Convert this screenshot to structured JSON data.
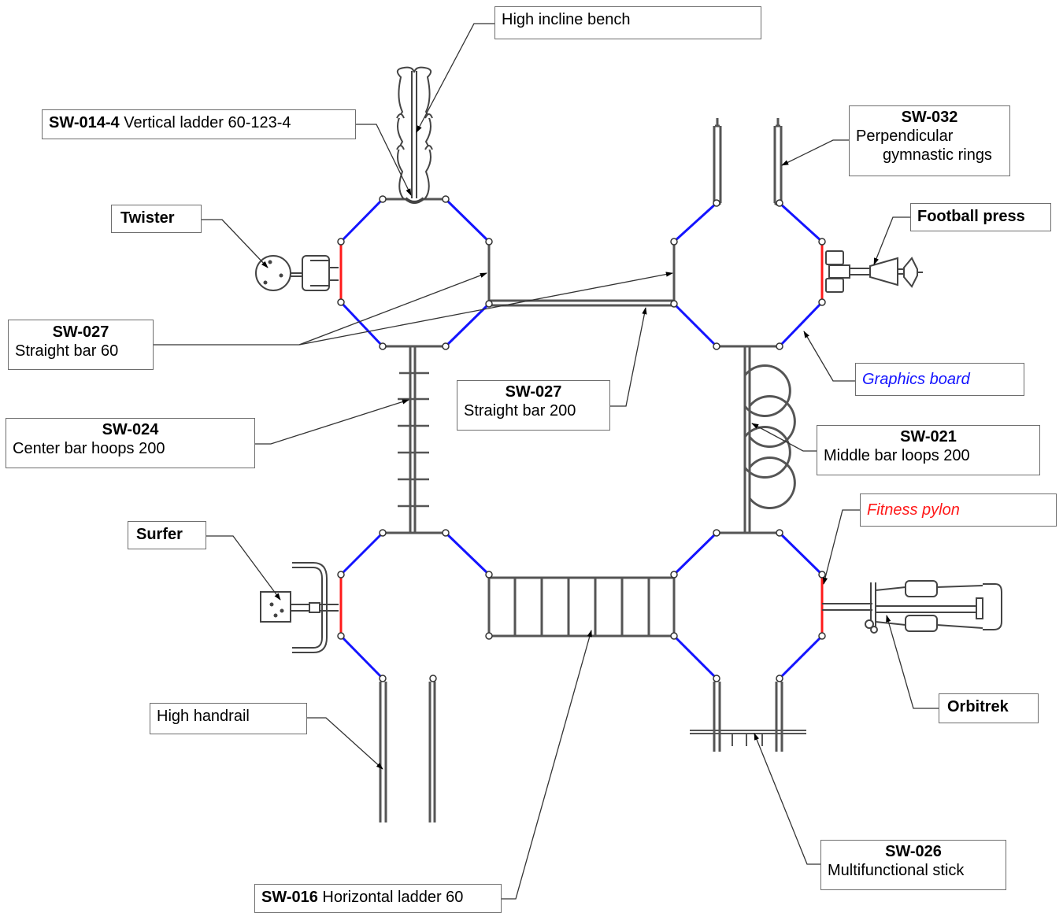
{
  "labels": {
    "high_incline_bench": "High incline bench",
    "vertical_ladder_code": "SW-014-4",
    "vertical_ladder_name": "Vertical ladder 60-123-4",
    "rings_code": "SW-032",
    "rings_name_1": "Perpendicular",
    "rings_name_2": "gymnastic rings",
    "twister": "Twister",
    "football_press": "Football press",
    "straight_bar_60_code": "SW-027",
    "straight_bar_60_name": "Straight bar 60",
    "graphics_board": "Graphics board",
    "straight_bar_200_code": "SW-027",
    "straight_bar_200_name": "Straight bar 200",
    "center_hoops_code": "SW-024",
    "center_hoops_name": "Center bar hoops 200",
    "middle_loops_code": "SW-021",
    "middle_loops_name": "Middle bar loops 200",
    "fitness_pylon": "Fitness pylon",
    "surfer": "Surfer",
    "orbitrek": "Orbitrek",
    "high_handrail": "High handrail",
    "multi_stick_code": "SW-026",
    "multi_stick_name": "Multifunctional stick",
    "horizontal_ladder_code": "SW-016",
    "horizontal_ladder_name": "Horizontal ladder 60"
  },
  "colors": {
    "graphics_board": "#1414ff",
    "fitness_pylon": "#ff1a1a",
    "structure": "#555555",
    "leader": "#333333"
  }
}
